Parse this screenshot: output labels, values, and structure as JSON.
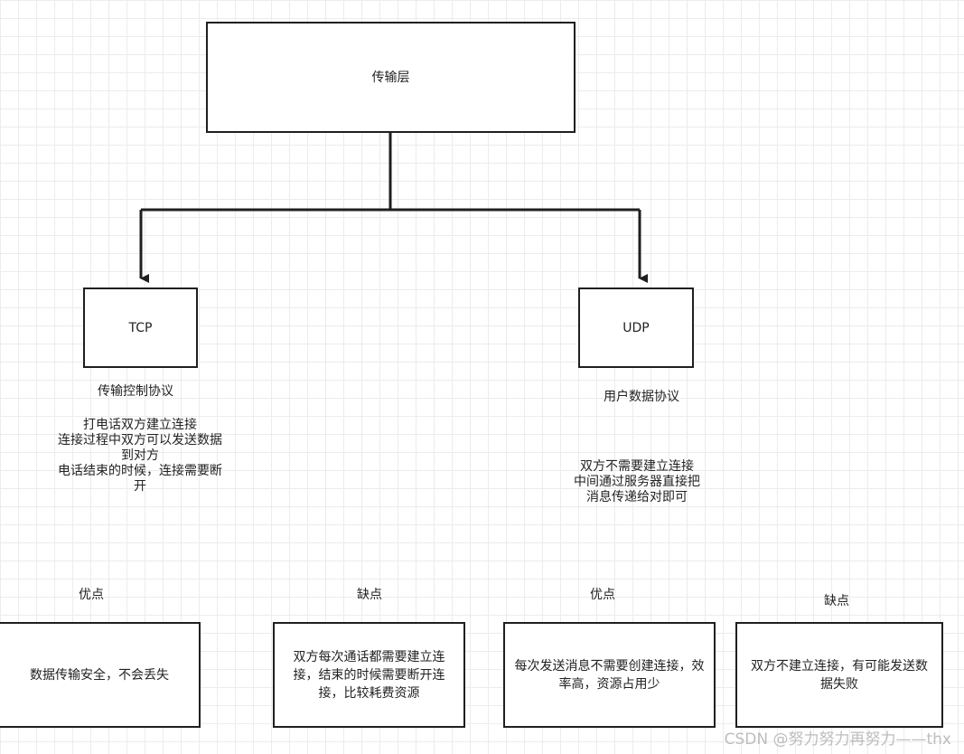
{
  "nodes": {
    "root": "传输层",
    "tcp": "TCP",
    "udp": "UDP"
  },
  "tcp_info": {
    "title": "传输控制协议",
    "description_lines": [
      "打电话双方建立连接",
      "连接过程中双方可以发送数据",
      "到对方",
      "电话结束的时候，连接需要断",
      "开"
    ]
  },
  "udp_info": {
    "title": "用户数据协议",
    "description_lines": [
      "双方不需要建立连接",
      "中间通过服务器直接把",
      "消息传递给对即可"
    ]
  },
  "tcp_pros": {
    "heading": "优点",
    "text": "数据传输安全，不会丢失"
  },
  "tcp_cons": {
    "heading": "缺点",
    "text": "双方每次通话都需要建立连接，结束的时候需要断开连接，比较耗费资源"
  },
  "udp_pros": {
    "heading": "优点",
    "text": "每次发送消息不需要创建连接，效率高，资源占用少"
  },
  "udp_cons": {
    "heading": "缺点",
    "text": "双方不建立连接，有可能发送数据失败"
  },
  "watermark": "CSDN @努力努力再努力——thx"
}
